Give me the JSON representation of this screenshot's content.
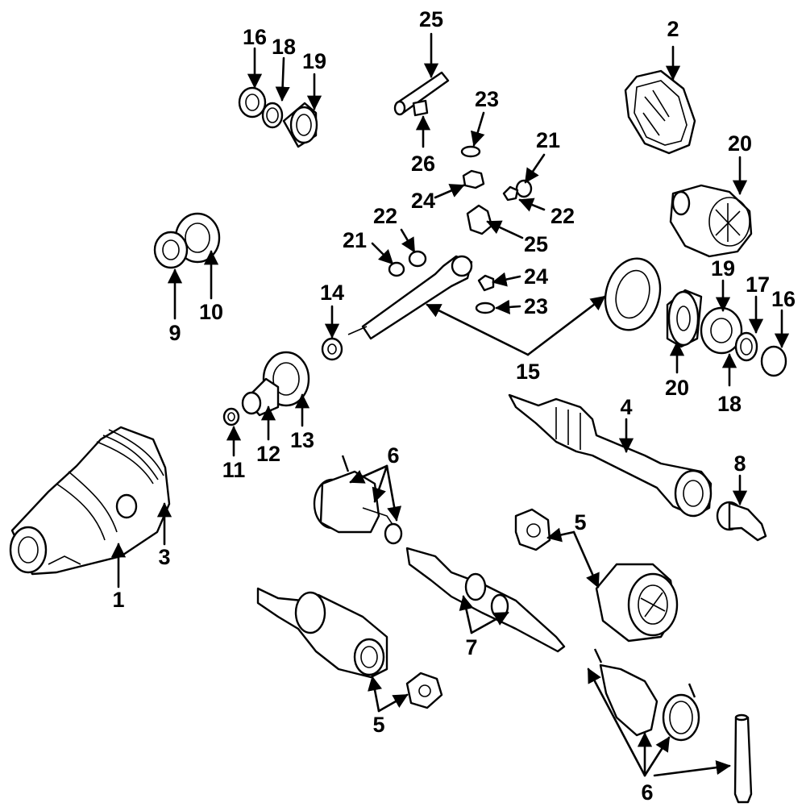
{
  "callouts": {
    "c1": "1",
    "c2": "2",
    "c3": "3",
    "c4": "4",
    "c5a": "5",
    "c5b": "5",
    "c6a": "6",
    "c6b": "6",
    "c7": "7",
    "c8": "8",
    "c9": "9",
    "c10": "10",
    "c11": "11",
    "c12": "12",
    "c13": "13",
    "c14": "14",
    "c15": "15",
    "c16a": "16",
    "c16b": "16",
    "c17": "17",
    "c18a": "18",
    "c18b": "18",
    "c19a": "19",
    "c19b": "19",
    "c20a": "20",
    "c20b": "20",
    "c21a": "21",
    "c21b": "21",
    "c22a": "22",
    "c22b": "22",
    "c23a": "23",
    "c23b": "23",
    "c24a": "24",
    "c24b": "24",
    "c25a": "25",
    "c25b": "25",
    "c26": "26"
  }
}
